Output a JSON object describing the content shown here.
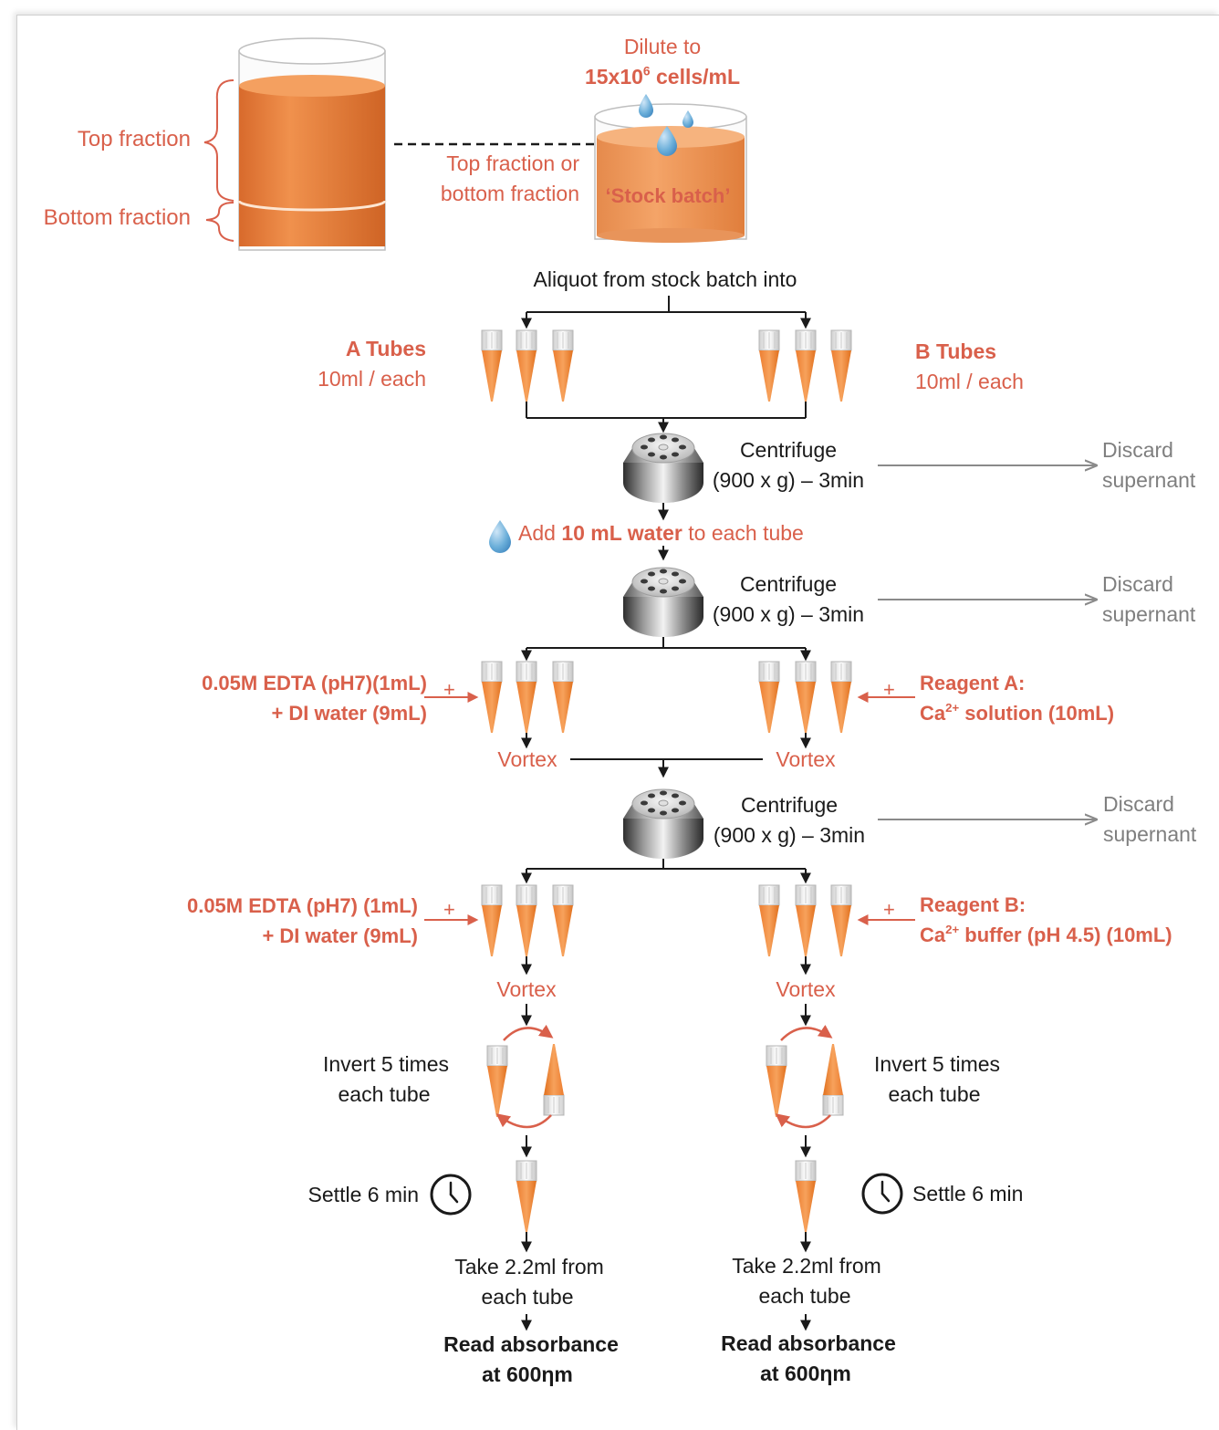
{
  "colors": {
    "accent": "#d9604b",
    "orange": "#e07b39",
    "text": "#1a1a1a",
    "muted": "#7f7f7f"
  },
  "icons": [
    "water-drop-icon",
    "tube-icon",
    "centrifuge-icon",
    "clock-icon",
    "rotation-arrow-icon"
  ],
  "top": {
    "top_fraction": "Top fraction",
    "bottom_fraction": "Bottom fraction",
    "dilute_line1": "Dilute to",
    "dilute_line2_pre": "15x10",
    "dilute_line2_sup": "6",
    "dilute_line2_post": " cells/mL",
    "choice_line1": "Top fraction or",
    "choice_line2": "bottom fraction",
    "stock_batch": "‘Stock batch’",
    "aliquot": "Aliquot from stock batch into"
  },
  "tubes": {
    "a_title": "A Tubes",
    "a_sub": "10ml / each",
    "b_title": "B Tubes",
    "b_sub": "10ml / each"
  },
  "centrifuge": {
    "label1": "Centrifuge",
    "label2": "(900 x g) – 3min",
    "discard1": "Discard",
    "discard2": "supernant"
  },
  "add_water": {
    "pre": "Add ",
    "bold": "10 mL water",
    "post": " to each tube"
  },
  "step_a1": {
    "line1": "0.05M EDTA (pH7)(1mL)",
    "line2": "+ DI water (9mL)"
  },
  "step_b1": {
    "line1": "Reagent A:",
    "line2_pre": "Ca",
    "line2_sup": "2+",
    "line2_post": " solution (10mL)"
  },
  "step_a2": {
    "line1": "0.05M EDTA (pH7) (1mL)",
    "line2": "+ DI water (9mL)"
  },
  "step_b2": {
    "line1": "Reagent B:",
    "line2_pre": "Ca",
    "line2_sup": "2+",
    "line2_post": " buffer (pH 4.5) (10mL)"
  },
  "plus": "+",
  "vortex": "Vortex",
  "invert": {
    "line1": "Invert 5 times",
    "line2": "each tube"
  },
  "settle": "Settle 6 min",
  "take": {
    "line1": "Take 2.2ml from",
    "line2": "each tube"
  },
  "read": {
    "line1": "Read absorbance",
    "line2": "at 600ηm"
  }
}
